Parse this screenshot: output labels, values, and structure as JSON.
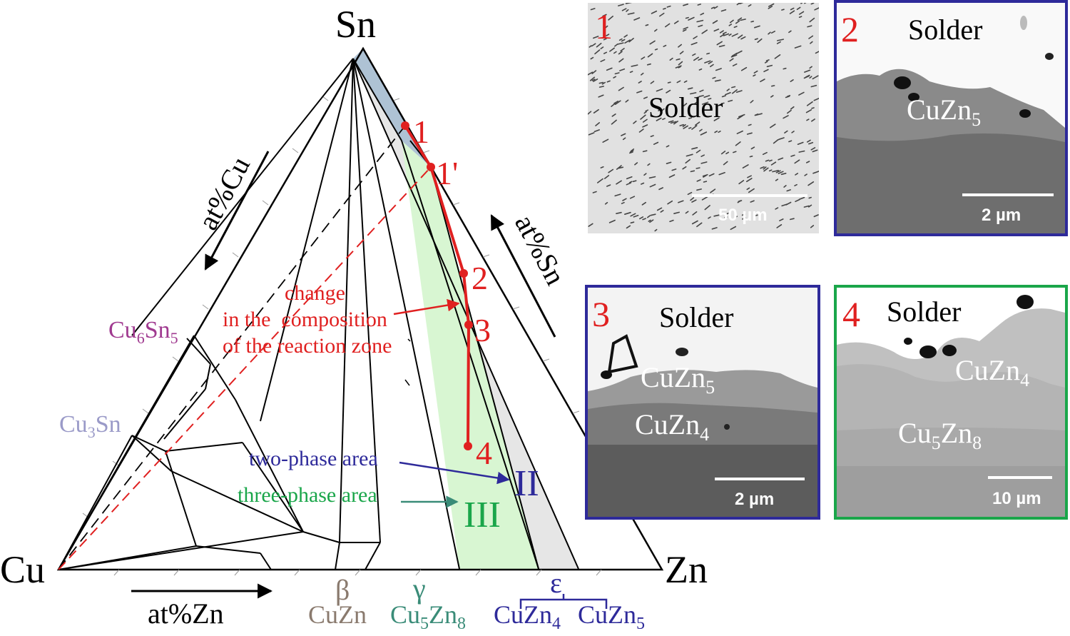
{
  "diagram": {
    "vertices": {
      "sn": "Sn",
      "cu": "Cu",
      "zn": "Zn"
    },
    "axes": {
      "cu": "at%Cu",
      "sn": "at%Sn",
      "zn": "at%Zn"
    },
    "phases": {
      "cu6sn5": {
        "pre": "Cu",
        "sub1": "6",
        "mid": "Sn",
        "sub2": "5"
      },
      "cu3sn": {
        "pre": "Cu",
        "sub1": "3",
        "mid": "Sn"
      },
      "beta": {
        "symbol": "β",
        "formula": "CuZn"
      },
      "gamma": {
        "symbol": "γ",
        "formula_pre": "Cu",
        "sub1": "5",
        "formula_mid": "Zn",
        "sub2": "8"
      },
      "epsilon": {
        "symbol": "ε",
        "f1_pre": "CuZn",
        "f1_sub": "4",
        "f2_pre": "CuZn",
        "f2_sub": "5"
      }
    },
    "path_points": [
      "1",
      "1'",
      "2",
      "3",
      "4"
    ],
    "annotations": {
      "change_line1": "change",
      "change_line2": "in the  composition",
      "change_line3": "of the reaction zone",
      "two_phase": "two-phase area",
      "three_phase": "three-phase area",
      "region_ii": "II",
      "region_iii": "III"
    },
    "colors": {
      "red": "#e02020",
      "two_phase_fill": "#e6e6e6",
      "three_phase_fill": "#d8f6d2",
      "sn_corner_fill": "#aec2d4",
      "purple": "#a03a90",
      "lavender": "#9a9ac8",
      "brown": "#8a7a6e",
      "teal": "#3a8c78",
      "navy": "#2e2a9a",
      "green": "#1aa64a"
    }
  },
  "panels": [
    {
      "number": "1",
      "solder": "Solder",
      "scale": "50 µm",
      "border": "none"
    },
    {
      "number": "2",
      "solder": "Solder",
      "phase": {
        "pre": "CuZn",
        "sub": "5"
      },
      "scale": "2 µm",
      "border": "#2e2a9a"
    },
    {
      "number": "3",
      "solder": "Solder",
      "phase1": {
        "pre": "CuZn",
        "sub": "5"
      },
      "phase2": {
        "pre": "CuZn",
        "sub": "4"
      },
      "scale": "2 µm",
      "border": "#2e2a9a"
    },
    {
      "number": "4",
      "solder": "Solder",
      "phase1": {
        "pre": "CuZn",
        "sub": "4"
      },
      "phase2": {
        "pre": "Cu",
        "sub1": "5",
        "mid": "Zn",
        "sub2": "8"
      },
      "scale": "10 µm",
      "border": "#1aa64a"
    }
  ]
}
